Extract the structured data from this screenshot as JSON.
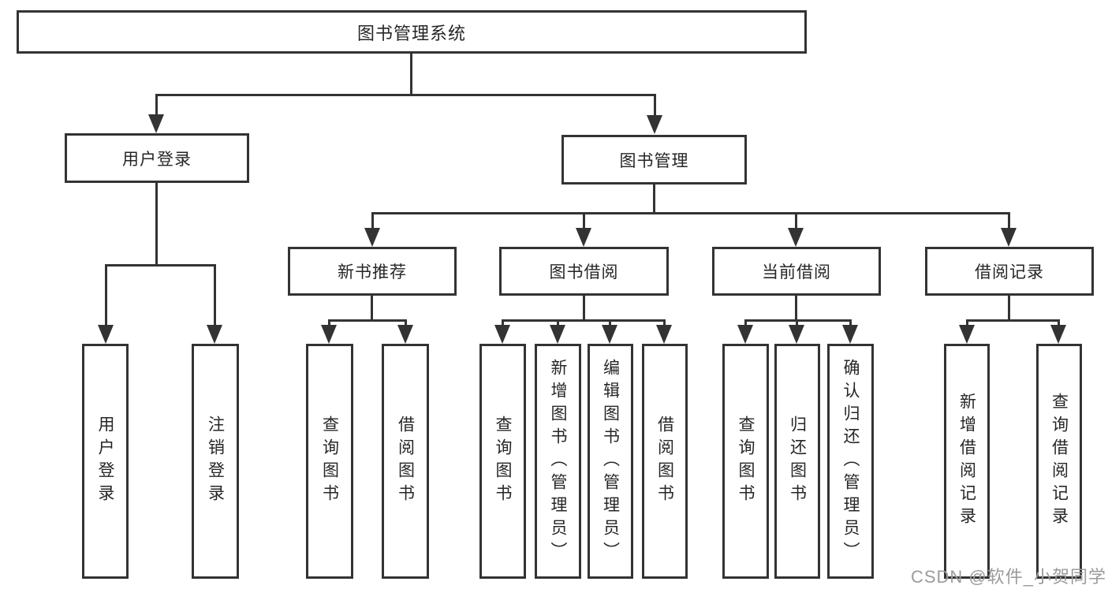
{
  "title": "图书管理系统",
  "tree": {
    "root": "图书管理系统",
    "branches": [
      {
        "label": "用户登录",
        "children": [
          "用户登录",
          "注销登录"
        ]
      },
      {
        "label": "图书管理"
      }
    ],
    "modules": [
      {
        "label": "新书推荐",
        "children": [
          "查询图书",
          "借阅图书"
        ]
      },
      {
        "label": "图书借阅",
        "children": [
          "查询图书",
          "新增图书（管理员）",
          "编辑图书（管理员）",
          "借阅图书"
        ]
      },
      {
        "label": "当前借阅",
        "children": [
          "查询图书",
          "归还图书",
          "确认归还（管理员）"
        ]
      },
      {
        "label": "借阅记录",
        "children": [
          "新增借阅记录",
          "查询借阅记录"
        ]
      }
    ]
  },
  "watermark": {
    "text": "CSDN @软件_小贺同学",
    "color": "#9b9b9b"
  },
  "colors": {
    "line": "#333333",
    "border": "#333333",
    "text": "#262626",
    "background": "#ffffff"
  }
}
